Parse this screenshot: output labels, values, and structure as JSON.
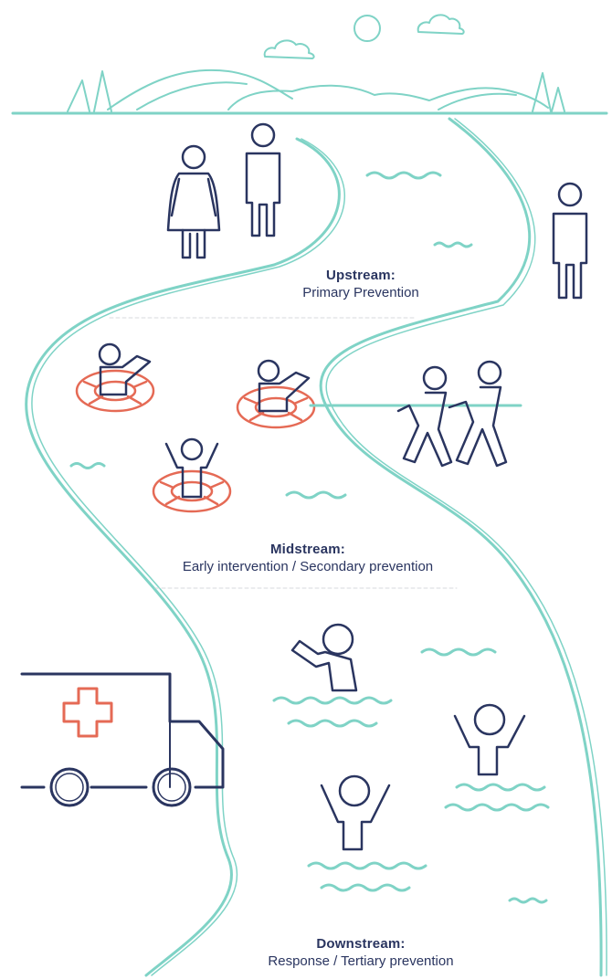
{
  "colors": {
    "river": "#7fd3c6",
    "figure": "#2a3560",
    "accent": "#e56a55",
    "text": "#2a3560"
  },
  "stages": {
    "upstream": {
      "title": "Upstream:",
      "subtitle": "Primary Prevention"
    },
    "midstream": {
      "title": "Midstream:",
      "subtitle": "Early intervention / Secondary prevention"
    },
    "downstream": {
      "title": "Downstream:",
      "subtitle": "Response / Tertiary prevention"
    }
  },
  "icons": [
    "sun-icon",
    "cloud-icon",
    "mountain-icon",
    "tree-icon",
    "person-icon",
    "woman-icon",
    "life-ring-icon",
    "ambulance-icon",
    "medical-cross-icon",
    "wave-icon"
  ]
}
